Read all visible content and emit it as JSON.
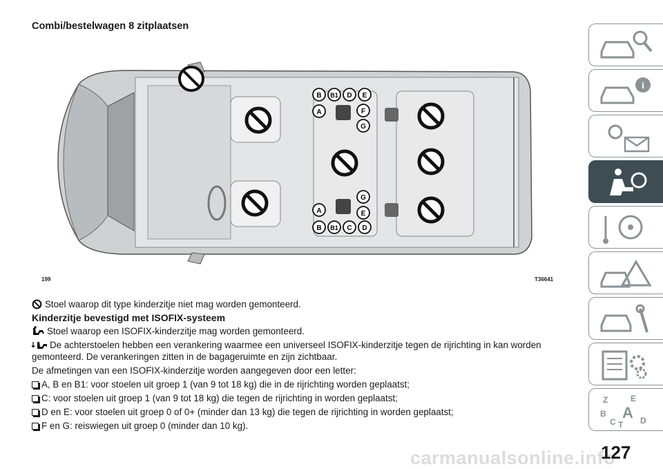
{
  "page": {
    "heading": "Combi/bestelwagen 8 zitplaatsen",
    "page_number": "127",
    "watermark": "carmanualsonline.info"
  },
  "figure": {
    "ref": "199",
    "code": "T36641",
    "labels_top": [
      "B",
      "B1",
      "D",
      "E"
    ],
    "label_a_top": "A",
    "label_f": "F",
    "label_g_top": "G",
    "label_g_bottom": "G",
    "label_a_bottom": "A",
    "label_e_bottom": "E",
    "labels_bottom": [
      "B",
      "B1",
      "C",
      "D"
    ]
  },
  "text": {
    "p1": "Stoel waarop dit type kinderzitje niet mag worden gemonteerd.",
    "h_isofix": "Kinderzitje bevestigd met ISOFIX-systeem",
    "p2": "Stoel waarop een ISOFIX-kinderzitje mag worden gemonteerd.",
    "p3": "De achterstoelen hebben een verankering waarmee een universeel ISOFIX-kinderzitje tegen de rijrichting in kan worden gemonteerd. De verankeringen zitten in de bagageruimte en zijn zichtbaar.",
    "p4": "De afmetingen van een ISOFIX-kinderzitje worden aangegeven door een letter:",
    "list": [
      "A, B en B1: voor stoelen uit groep 1 (van 9 tot 18 kg) die in de rijrichting worden geplaatst;",
      "C: voor stoelen uit groep 1 (van 9 tot 18 kg) die tegen de rijrichting in worden geplaatst;",
      "D en E: voor stoelen uit groep 0 of 0+ (minder dan 13 kg) die tegen de rijrichting in worden geplaatst;",
      "F en G: reiswiegen uit groep 0 (minder dan 10 kg)."
    ]
  },
  "tabs": {
    "active_index": 3,
    "colors": {
      "active": "#3e4d53",
      "inactive_stroke": "#8a9296"
    },
    "icons": [
      "car-search-icon",
      "car-info-icon",
      "warning-lights-message-icon",
      "airbag-seat-icon",
      "steering-wheel-key-icon",
      "car-breakdown-warning-icon",
      "car-service-tools-icon",
      "specifications-gear-icon",
      "alphabetical-index-icon"
    ],
    "index_letters": [
      "Z",
      "E",
      "B",
      "A",
      "C",
      "D",
      "T"
    ]
  }
}
